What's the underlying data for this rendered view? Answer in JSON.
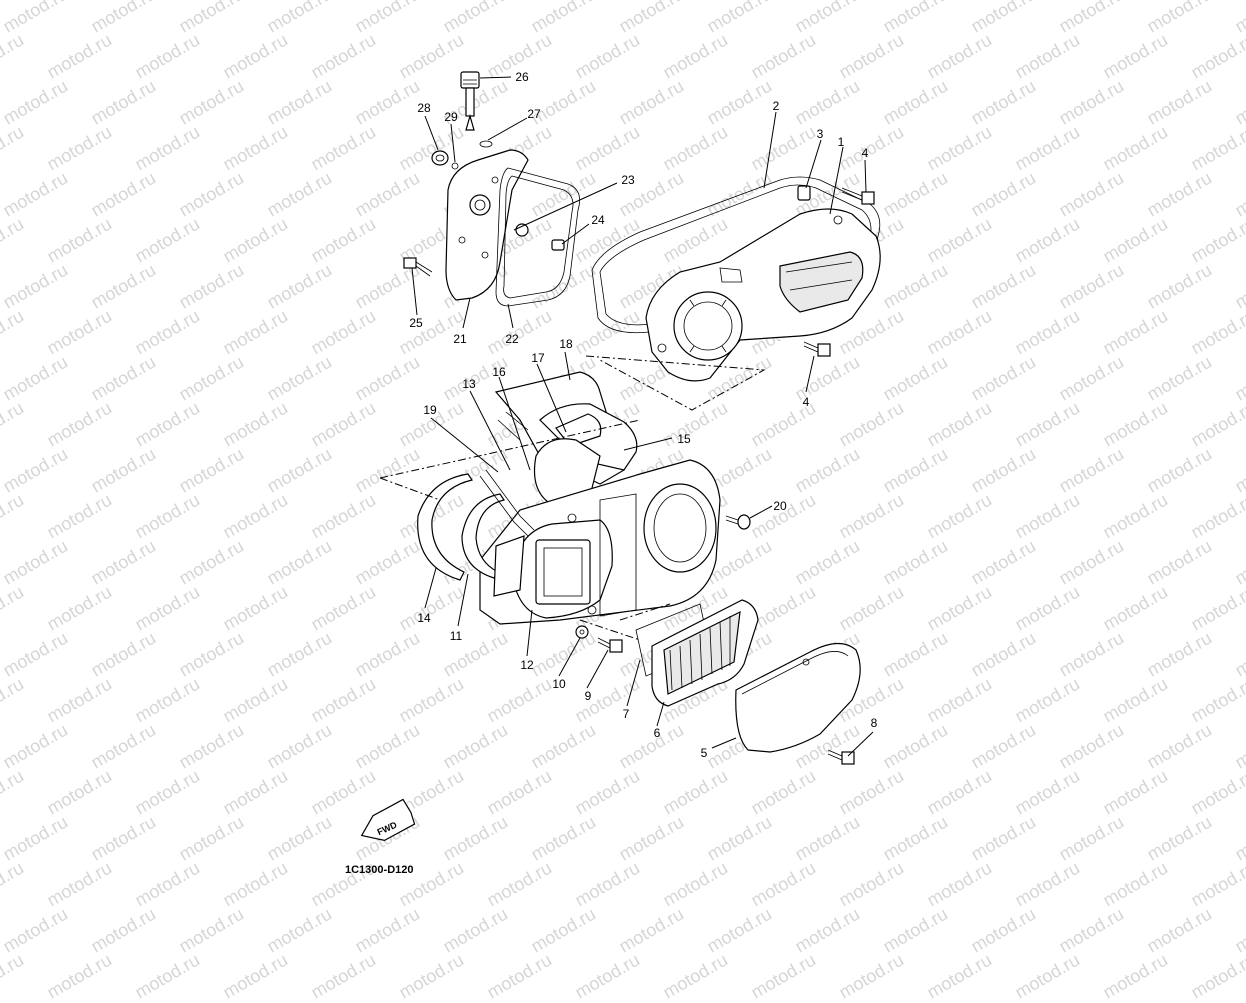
{
  "watermark": {
    "text": "motod.ru",
    "color": "#d6d6d6"
  },
  "diagram": {
    "code": "1C1300-D120",
    "fwd_label": "FWD",
    "callouts": [
      "1",
      "2",
      "3",
      "4",
      "4",
      "5",
      "6",
      "7",
      "8",
      "9",
      "10",
      "11",
      "12",
      "13",
      "14",
      "15",
      "16",
      "17",
      "18",
      "19",
      "20",
      "21",
      "22",
      "23",
      "24",
      "25",
      "26",
      "27",
      "28",
      "29"
    ]
  }
}
